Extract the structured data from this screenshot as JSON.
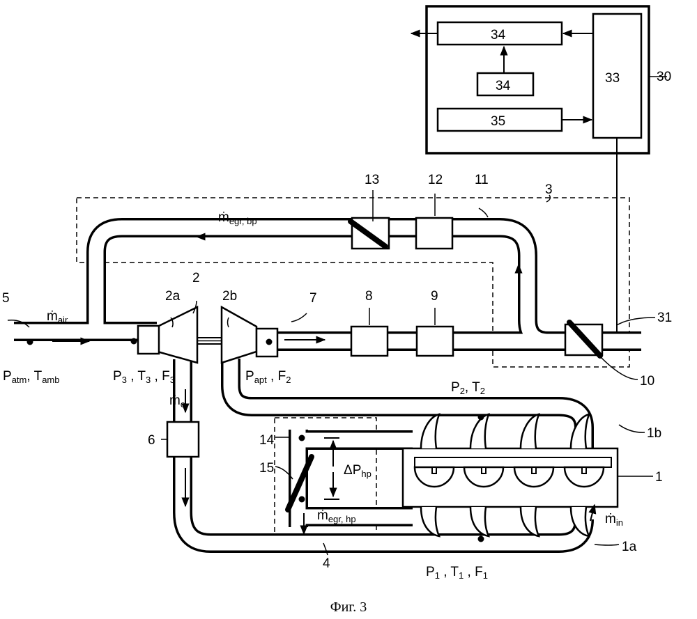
{
  "refs": {
    "r1": "1",
    "r1a": "1a",
    "r1b": "1b",
    "r2": "2",
    "r2a": "2a",
    "r2b": "2b",
    "r3": "3",
    "r4": "4",
    "r5": "5",
    "r6": "6",
    "r7": "7",
    "r8": "8",
    "r9": "9",
    "r10": "10",
    "r11": "11",
    "r12": "12",
    "r13": "13",
    "r14": "14",
    "r15": "15",
    "r30": "30",
    "r31": "31",
    "r33": "33",
    "r34a": "34",
    "r34b": "34",
    "r35": "35"
  },
  "variables": {
    "m_air": {
      "symbol": "ṁ",
      "sub": "air"
    },
    "m_egr_bp": {
      "symbol": "ṁ",
      "sub": "egr, bp"
    },
    "m_c": {
      "symbol": "ṁ",
      "sub": "c"
    },
    "m_egr_hp": {
      "symbol": "ṁ",
      "sub": "egr, hp"
    },
    "m_in": {
      "symbol": "ṁ",
      "sub": "in"
    },
    "p_atm": {
      "symbol": "P",
      "sub": "atm"
    },
    "t_amb": {
      "symbol": "T",
      "sub": "amb"
    },
    "p3": {
      "symbol": "P",
      "sub": "3"
    },
    "t3": {
      "symbol": "T",
      "sub": "3"
    },
    "f3": {
      "symbol": "F",
      "sub": "3"
    },
    "p_apt": {
      "symbol": "P",
      "sub": "apt"
    },
    "f2": {
      "symbol": "F",
      "sub": "2"
    },
    "p2": {
      "symbol": "P",
      "sub": "2"
    },
    "t2": {
      "symbol": "T",
      "sub": "2"
    },
    "dp_hp": {
      "symbol": "ΔP",
      "sub": "hp"
    },
    "p1": {
      "symbol": "P",
      "sub": "1"
    },
    "t1": {
      "symbol": "T",
      "sub": "1"
    },
    "f1": {
      "symbol": "F",
      "sub": "1"
    }
  },
  "separator": ",",
  "caption": "Фиг. 3"
}
